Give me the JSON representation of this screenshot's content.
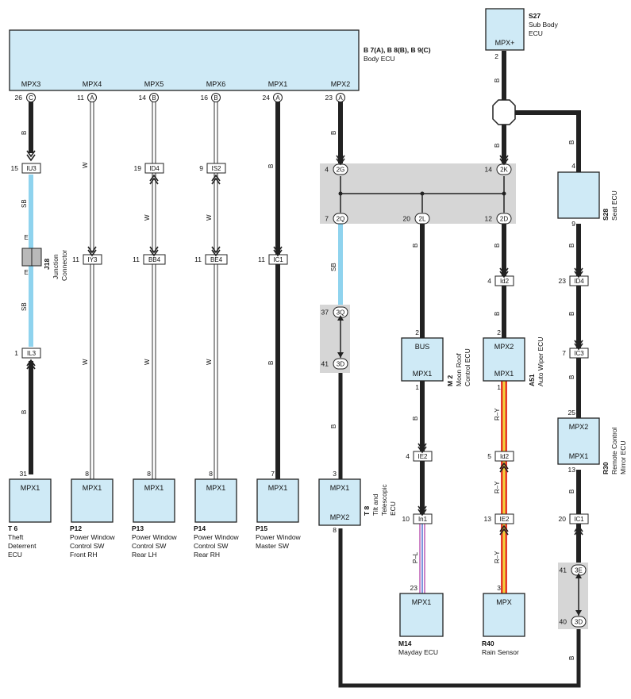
{
  "body_ecu": {
    "code": "B 7(A), B 8(B), B 9(C)",
    "name": "Body ECU",
    "pins": [
      {
        "label": "MPX3",
        "num": "26",
        "conn": "C"
      },
      {
        "label": "MPX4",
        "num": "11",
        "conn": "A"
      },
      {
        "label": "MPX5",
        "num": "14",
        "conn": "B"
      },
      {
        "label": "MPX6",
        "num": "16",
        "conn": "B"
      },
      {
        "label": "MPX1",
        "num": "24",
        "conn": "A"
      },
      {
        "label": "MPX2",
        "num": "23",
        "conn": "A"
      }
    ]
  },
  "s27": {
    "code": "S27",
    "name1": "Sub Body",
    "name2": "ECU",
    "pin": "MPX+",
    "num": "2"
  },
  "wire_colors": {
    "b": "B",
    "w": "W",
    "sb": "SB",
    "e": "E",
    "pl": "P–L",
    "ry": "R–Y"
  },
  "col1": {
    "top_num": "15",
    "conn1": "IU3",
    "j_code": "J18",
    "j_name1": "Junction",
    "j_name2": "Connector",
    "bot_num": "1",
    "conn2": "IL3",
    "end_num": "31",
    "end_pin": "MPX1",
    "code": "T 6",
    "name1": "Theft",
    "name2": "Deterrent",
    "name3": "ECU"
  },
  "col2": {
    "num1": "11",
    "conn1": "IY3",
    "end_num": "8",
    "end_pin": "MPX1",
    "code": "P12",
    "name1": "Power Window",
    "name2": "Control SW",
    "name3": "Front RH"
  },
  "col3": {
    "top_num": "19",
    "conn_top": "ID4",
    "num1": "11",
    "conn1": "BB4",
    "end_num": "8",
    "end_pin": "MPX1",
    "code": "P13",
    "name1": "Power Window",
    "name2": "Control SW",
    "name3": "Rear LH"
  },
  "col4": {
    "top_num": "9",
    "conn_top": "IS2",
    "num1": "11",
    "conn1": "BE4",
    "end_num": "8",
    "end_pin": "MPX1",
    "code": "P14",
    "name1": "Power Window",
    "name2": "Control SW",
    "name3": "Rear RH"
  },
  "col5": {
    "num1": "11",
    "conn1": "IC1",
    "end_num": "7",
    "end_pin": "MPX1",
    "code": "P15",
    "name1": "Power Window",
    "name2": "Master SW"
  },
  "jc_top": {
    "n_2g": "4",
    "l_2g": "2G",
    "n_2k": "14",
    "l_2k": "2K",
    "n_2q": "7",
    "l_2q": "2Q",
    "n_2l": "20",
    "l_2l": "2L",
    "n_2d": "12",
    "l_2d": "2D"
  },
  "jc_mid": {
    "n_3q": "37",
    "l_3q": "3Q",
    "n_3d": "41",
    "l_3d": "3D"
  },
  "t8": {
    "num_top": "3",
    "pin1": "MPX1",
    "pin2": "MPX2",
    "num_bot": "8",
    "code": "T 8",
    "name1": "Tilt and",
    "name2": "Telescopic",
    "name3": "ECU"
  },
  "m2": {
    "num_top": "2",
    "pin1": "BUS",
    "pin2": "MPX1",
    "num_bot": "1",
    "code": "M 2",
    "name1": "Moon Roof",
    "name2": "Control ECU",
    "c1_num": "4",
    "c1": "IE2",
    "c2_num": "10",
    "c2": "In1"
  },
  "m14": {
    "num": "23",
    "pin": "MPX1",
    "code": "M14",
    "name": "Mayday ECU"
  },
  "a51": {
    "c_num": "4",
    "conn": "Id2",
    "num_top": "2",
    "pin1": "MPX2",
    "pin2": "MPX1",
    "num_bot": "1",
    "code": "A51",
    "name": "Auto Wiper ECU",
    "c1_num": "5",
    "c1": "Id2",
    "c2_num": "13",
    "c2": "IE2"
  },
  "r40": {
    "num": "3",
    "pin": "MPX",
    "code": "R40",
    "name": "Rain Sensor"
  },
  "s28": {
    "num_top": "4",
    "num_bot": "9",
    "code": "S28",
    "name": "Seat ECU",
    "c1_num": "23",
    "c1": "ID4",
    "c2_num": "7",
    "c2": "IC3"
  },
  "r30": {
    "num_top": "25",
    "pin1": "MPX2",
    "pin2": "MPX1",
    "num_bot": "13",
    "code": "R30",
    "name1": "Remote Control",
    "name2": "Mirror ECU",
    "c1_num": "20",
    "c1": "IC1"
  },
  "jc_right": {
    "n_3e": "41",
    "l_3e": "3E",
    "n_3d": "40",
    "l_3d": "3D"
  }
}
